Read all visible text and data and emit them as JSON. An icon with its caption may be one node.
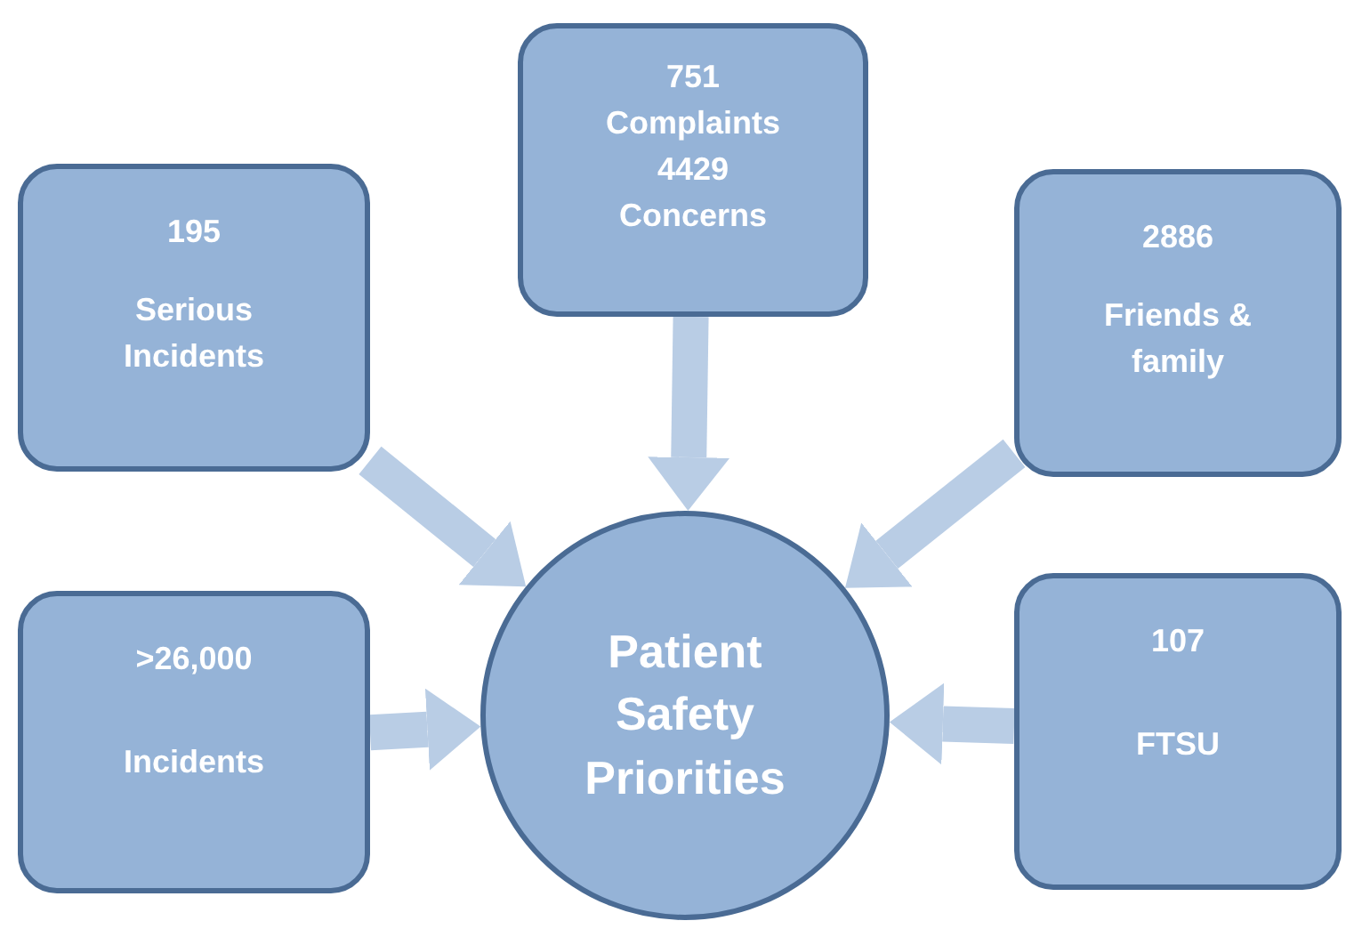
{
  "diagram": {
    "nodes": [
      {
        "text": [
          "751 Complaints",
          "4429 Concerns"
        ]
      },
      {
        "text": [
          "195",
          "Serious Incidents"
        ]
      },
      {
        "text": [
          "2886",
          "Friends & family"
        ]
      },
      {
        "text": [
          ">26,000",
          "Incidents"
        ]
      },
      {
        "text": [
          "Patient Safety Priorities"
        ]
      },
      {
        "text": [
          "107",
          "FTSU"
        ]
      }
    ],
    "edges": [
      {
        "from": 0,
        "to": 4,
        "arrow": "to"
      },
      {
        "from": 1,
        "to": 4,
        "arrow": "to"
      },
      {
        "from": 2,
        "to": 4,
        "arrow": "to"
      },
      {
        "from": 3,
        "to": 4,
        "arrow": "to"
      },
      {
        "from": 5,
        "to": 4,
        "arrow": "to"
      }
    ]
  }
}
